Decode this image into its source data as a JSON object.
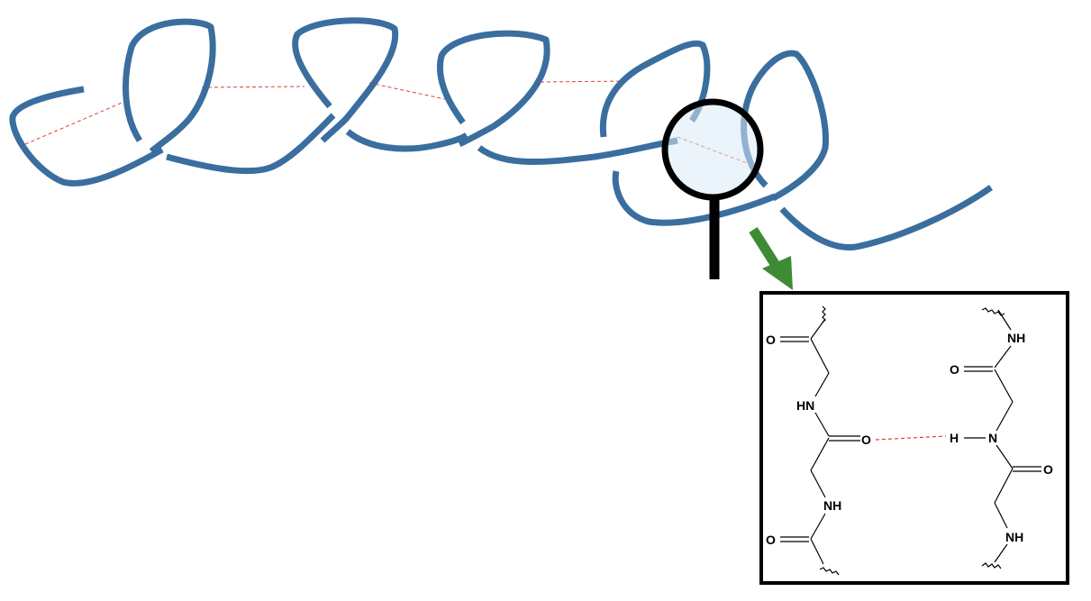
{
  "colors": {
    "helix": "#3a6e9e",
    "hbond": "#e0403a",
    "arrow": "#3f8a34",
    "lens_fill": "#dbe9f8",
    "frame": "#000000"
  },
  "labels": {
    "o_left_top": "O",
    "hn_left": "HN",
    "o_center": "O",
    "nh_left_bottom": "NH",
    "o_left_bottom": "O",
    "nh_right_top": "NH",
    "o_right_top": "O",
    "h_center": "H",
    "n_center": "N",
    "o_right_mid": "O",
    "nh_right_bottom": "NH"
  },
  "icons": {
    "magnifier": "magnifier-icon",
    "arrow": "arrow-icon"
  }
}
